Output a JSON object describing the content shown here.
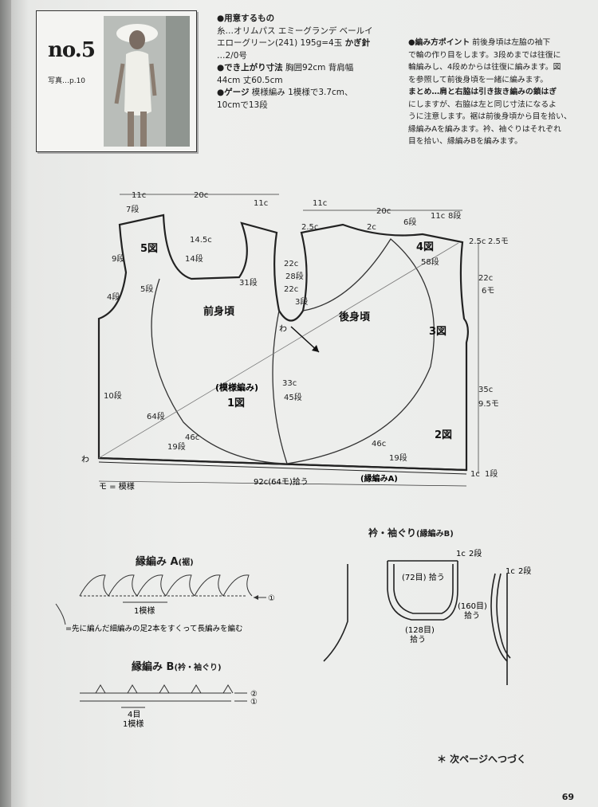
{
  "header": {
    "pattern_no": "no.5",
    "photo_ref": "写真…p.10"
  },
  "materials": {
    "heading": "●用意するもの",
    "yarn_line1": "糸…オリムパス エミーグランデ ベールイ",
    "yarn_line2": "エローグリーン(241) 195g=4玉",
    "hook_label": "かぎ針",
    "hook_size": "…2/0号"
  },
  "finished_size": {
    "heading": "●でき上がり寸法",
    "line1": "胸囲92cm 背肩幅",
    "line2": "44cm 丈60.5cm"
  },
  "gauge": {
    "heading": "●ゲージ",
    "line1": "模様編み 1模様で3.7cm、",
    "line2": "10cmで13段"
  },
  "points": {
    "heading": "●編み方ポイント",
    "lines": [
      "前後身頃は左脇の袖下",
      "で輪の作り目をします。3段めまでは往復に",
      "輪編みし、4段めからは往復に編みます。図",
      "を参照して前後身頃を一緒に編みます。",
      "まとめ…肩と右脇は引き抜き編みの鎖はぎ",
      "にしますが、右脇は左と同じ寸法になるよ",
      "うに注意します。裾は前後身頃から目を拾い、",
      "縁編みAを編みます。衿、袖ぐりはそれぞれ",
      "目を拾い、縁編みBを編みます。"
    ]
  },
  "main_diagram": {
    "front_label": "前身頃",
    "back_label": "後身頃",
    "pattern_label": "(模様編み)",
    "fig1": "1図",
    "fig2": "2図",
    "fig3": "3図",
    "fig4": "4図",
    "fig5": "5図",
    "wa_left": "わ",
    "wa_center": "わ",
    "legend": "モ = 模様",
    "bottom_measure": "92c(64モ)拾う",
    "border_label": "(縁編みA)",
    "dims": {
      "top_11c_a": "11c",
      "top_20c_a": "20c",
      "top_11c_b": "11c",
      "top_11c_c": "11c",
      "top_20c_b": "20c",
      "top_11c_d": "11c",
      "d_25c_a": "2.5c",
      "d_2c": "2c",
      "d_145c": "14.5c",
      "d_22c_a": "22c",
      "d_28": "28段",
      "d_22c_b": "22c",
      "d_3": "3段",
      "d_25c_b": "2.5c",
      "d_25m": "2.5モ",
      "d_22c_r": "22c",
      "d_6m": "6モ",
      "d_58": "58段",
      "d_31": "31段",
      "d_14": "14段",
      "d_33c": "33c",
      "d_45": "45段",
      "d_64": "64段",
      "d_46c_a": "46c",
      "d_46c_b": "46c",
      "d_19_a": "19段",
      "d_19_b": "19段",
      "d_35c": "35c",
      "d_95m": "9.5モ",
      "d_1c": "1c",
      "d_1dan": "1段",
      "d_7": "7段",
      "d_9": "9段",
      "d_5": "5段",
      "d_4": "4段",
      "d_10": "10段",
      "d_8": "8段",
      "d_6": "6段"
    }
  },
  "border_a": {
    "title": "縁編み A",
    "subtitle": "(裾)",
    "repeat": "1模様",
    "row_marker": "①",
    "note": "=先に編んだ細編みの足2本をすくって長編みを編む"
  },
  "border_b": {
    "title": "縁編み B",
    "subtitle": "(衿・袖ぐり)",
    "stitches": "4目",
    "repeat": "1模様",
    "row1": "①",
    "row2": "②"
  },
  "neck_armhole": {
    "title": "衿・袖ぐり",
    "subtitle": "(縁編みB)",
    "neck_top": "(72目) 拾う",
    "neck_bottom_count": "(128目)",
    "neck_bottom_pick": "拾う",
    "armhole_count": "(160目)",
    "armhole_pick": "拾う",
    "dim_neck_c": "1c",
    "dim_neck_dan": "2段",
    "dim_arm_c": "1c",
    "dim_arm_dan": "2段"
  },
  "footer": {
    "continue_note": "＊ 次ページへつづく",
    "page_number": "69"
  }
}
